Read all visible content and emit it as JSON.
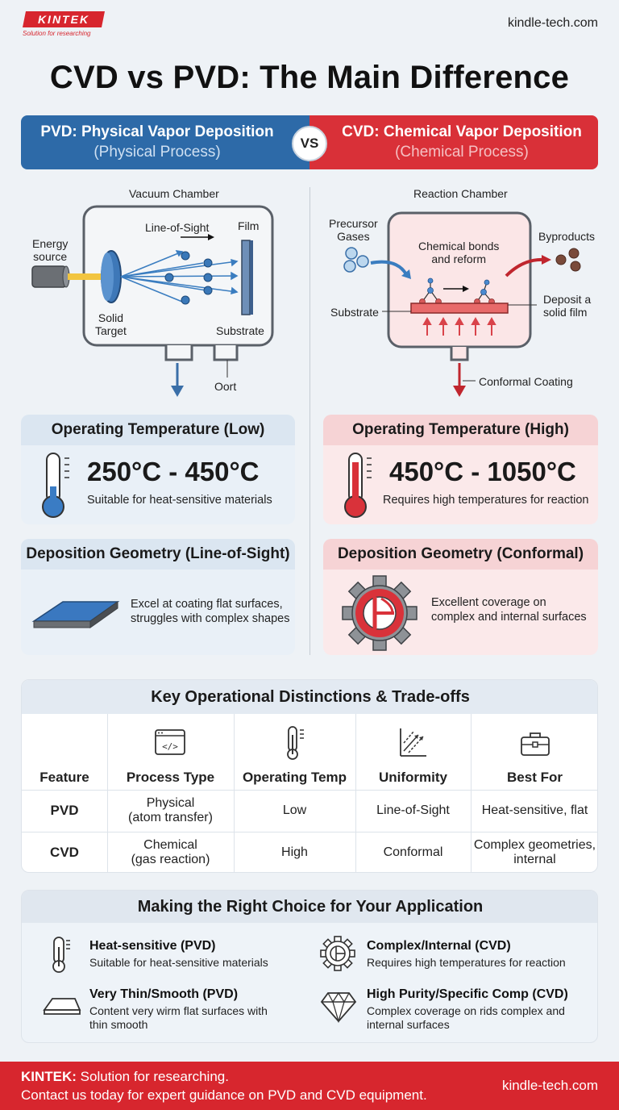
{
  "header": {
    "logo_text": "KINTEK",
    "logo_tagline": "Solution for researching",
    "site": "kindle-tech.com"
  },
  "title": "CVD vs PVD: The Main Difference",
  "banner": {
    "pvd_title": "PVD: Physical Vapor Deposition",
    "pvd_subtitle": "(Physical Process)",
    "vs": "VS",
    "cvd_title": "CVD: Chemical Vapor Deposition",
    "cvd_subtitle": "(Chemical Process)"
  },
  "pvd_diagram": {
    "chamber_label": "Vacuum Chamber",
    "energy": "Energy",
    "source": "source",
    "line_of_sight": "Line-of-Sight",
    "film": "Film",
    "solid": "Solid",
    "target": "Target",
    "substrate": "Substrate",
    "port": "Oort"
  },
  "cvd_diagram": {
    "chamber_label": "Reaction Chamber",
    "precursor": "Precursor",
    "gases": "Gases",
    "chem_line1": "Chemical bonds",
    "chem_line2": "and reform",
    "byproducts": "Byproducts",
    "substrate": "Substrate",
    "deposit_line1": "Deposit a",
    "deposit_line2": "solid film",
    "conformal": "Conformal Coating"
  },
  "pvd_temp": {
    "heading": "Operating Temperature (Low)",
    "range": "250°C - 450°C",
    "note": "Suitable for heat-sensitive materials",
    "level": 0.35
  },
  "cvd_temp": {
    "heading": "Operating Temperature (High)",
    "range": "450°C - 1050°C",
    "note": "Requires high temperatures for reaction",
    "level": 0.85
  },
  "pvd_geo": {
    "heading": "Deposition Geometry (Line-of-Sight)",
    "line1": "Excel at coating flat surfaces,",
    "line2": "struggles with complex shapes"
  },
  "cvd_geo": {
    "heading": "Deposition Geometry (Conformal)",
    "line1": "Excellent coverage on",
    "line2": "complex and internal surfaces"
  },
  "table": {
    "title": "Key Operational Distinctions & Trade-offs",
    "headers": [
      "Feature",
      "Process Type",
      "Operating Temp",
      "Uniformity",
      "Best For"
    ],
    "header_icons": [
      "",
      "code-window-icon",
      "thermometer-icon",
      "uniformity-chart-icon",
      "briefcase-icon"
    ],
    "rows": [
      {
        "feature": "PVD",
        "process1": "Physical",
        "process2": "(atom transfer)",
        "temp": "Low",
        "uniformity": "Line-of-Sight",
        "best1": "Heat-sensitive, flat",
        "best2": ""
      },
      {
        "feature": "CVD",
        "process1": "Chemical",
        "process2": "(gas reaction)",
        "temp": "High",
        "uniformity": "Conformal",
        "best1": "Complex geometries,",
        "best2": "internal"
      }
    ]
  },
  "choice": {
    "title": "Making the Right Choice for Your Application",
    "items": [
      {
        "title": "Heat-sensitive (PVD)",
        "desc1": "Suitable for heat-sensitive materials",
        "desc2": "",
        "icon": "thermometer-icon"
      },
      {
        "title": "Complex/Internal (CVD)",
        "desc1": "Requires high temperatures for reaction",
        "desc2": "",
        "icon": "gear-icon"
      },
      {
        "title": "Very Thin/Smooth (PVD)",
        "desc1": "Content very wirm flat surfaces with",
        "desc2": "thin smooth",
        "icon": "flat-plate-icon"
      },
      {
        "title": "High Purity/Specific Comp (CVD)",
        "desc1": "Complex coverage on rids complex and",
        "desc2": "internal surfaces",
        "icon": "diamond-icon"
      }
    ]
  },
  "footer": {
    "brand": "KINTEK:",
    "line1_rest": " Solution for researching.",
    "line2": "Contact us today for expert guidance on PVD and CVD equipment.",
    "site": "kindle-tech.com"
  },
  "colors": {
    "pvd_blue": "#2d6aa8",
    "cvd_red": "#d93038",
    "footer_red": "#d7262e"
  }
}
